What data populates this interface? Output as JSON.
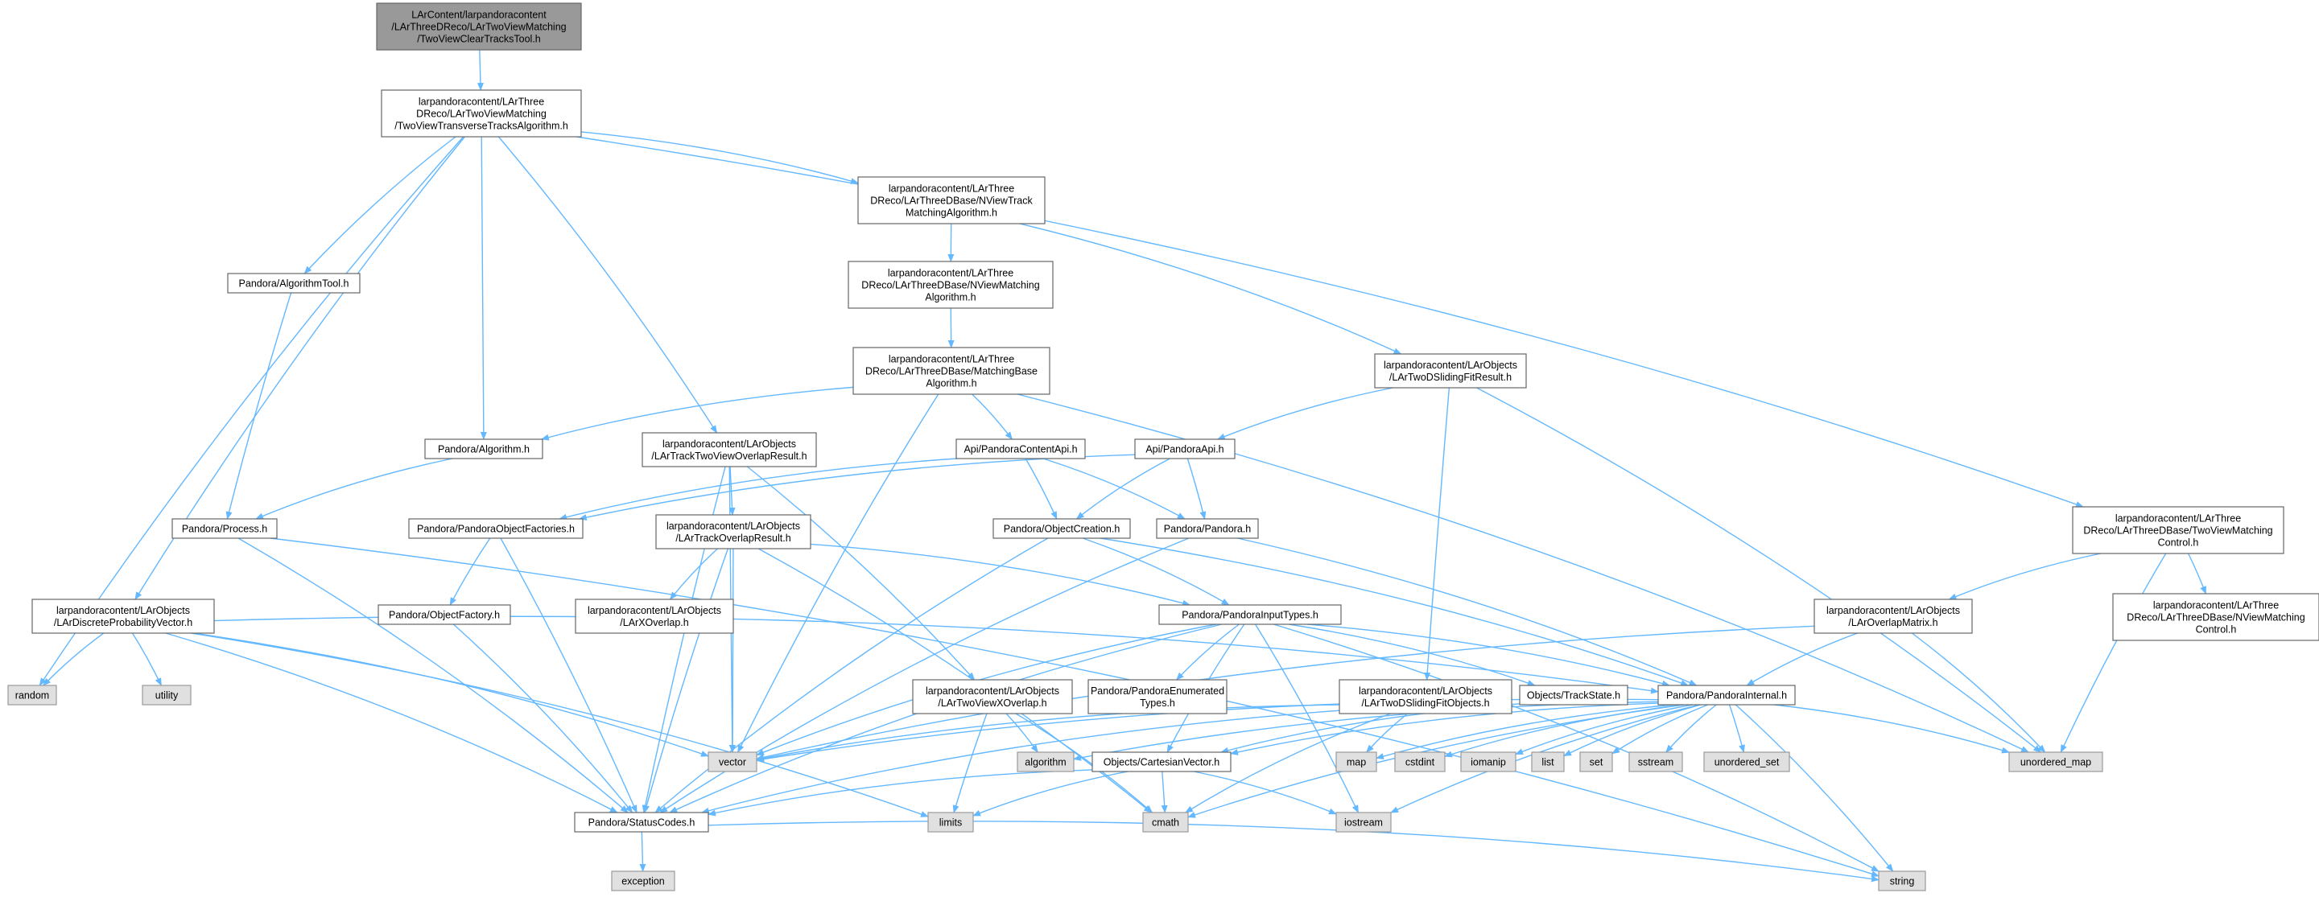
{
  "diagram": {
    "nodes": [
      {
        "id": "root",
        "kind": "root",
        "lines": [
          "LArContent/larpandoracontent",
          "/LArThreeDReco/LArTwoViewMatching",
          "/TwoViewClearTracksTool.h"
        ]
      },
      {
        "id": "transverse",
        "kind": "header",
        "lines": [
          "larpandoracontent/LArThree",
          "DReco/LArTwoViewMatching",
          "/TwoViewTransverseTracksAlgorithm.h"
        ]
      },
      {
        "id": "nviewtrack",
        "kind": "header",
        "lines": [
          "larpandoracontent/LArThree",
          "DReco/LArThreeDBase/NViewTrack",
          "MatchingAlgorithm.h"
        ]
      },
      {
        "id": "twoviewctrl",
        "kind": "header",
        "lines": [
          "larpandoracontent/LArThree",
          "DReco/LArThreeDBase/TwoViewMatching",
          "Control.h"
        ]
      },
      {
        "id": "algtool",
        "kind": "header",
        "lines": [
          "Pandora/AlgorithmTool.h"
        ]
      },
      {
        "id": "nviewmatch",
        "kind": "header",
        "lines": [
          "larpandoracontent/LArThree",
          "DReco/LArThreeDBase/NViewMatching",
          "Algorithm.h"
        ]
      },
      {
        "id": "matchbase",
        "kind": "header",
        "lines": [
          "larpandoracontent/LArThree",
          "DReco/LArThreeDBase/MatchingBase",
          "Algorithm.h"
        ]
      },
      {
        "id": "slidingres",
        "kind": "header",
        "lines": [
          "larpandoracontent/LArObjects",
          "/LArTwoDSlidingFitResult.h"
        ]
      },
      {
        "id": "algorithm",
        "kind": "header",
        "lines": [
          "Pandora/Algorithm.h"
        ]
      },
      {
        "id": "tracktwoview",
        "kind": "header",
        "lines": [
          "larpandoracontent/LArObjects",
          "/LArTrackTwoViewOverlapResult.h"
        ]
      },
      {
        "id": "contentapi",
        "kind": "header",
        "lines": [
          "Api/PandoraContentApi.h"
        ]
      },
      {
        "id": "pandoraapi",
        "kind": "header",
        "lines": [
          "Api/PandoraApi.h"
        ]
      },
      {
        "id": "process",
        "kind": "header",
        "lines": [
          "Pandora/Process.h"
        ]
      },
      {
        "id": "objfactories",
        "kind": "header",
        "lines": [
          "Pandora/PandoraObjectFactories.h"
        ]
      },
      {
        "id": "trackoverlap",
        "kind": "header",
        "lines": [
          "larpandoracontent/LArObjects",
          "/LArTrackOverlapResult.h"
        ]
      },
      {
        "id": "objcreation",
        "kind": "header",
        "lines": [
          "Pandora/ObjectCreation.h"
        ]
      },
      {
        "id": "pandora",
        "kind": "header",
        "lines": [
          "Pandora/Pandora.h"
        ]
      },
      {
        "id": "nviewctrl",
        "kind": "header",
        "lines": [
          "larpandoracontent/LArThree",
          "DReco/LArThreeDBase/NViewMatching",
          "Control.h"
        ]
      },
      {
        "id": "discrete",
        "kind": "header",
        "lines": [
          "larpandoracontent/LArObjects",
          "/LArDiscreteProbabilityVector.h"
        ]
      },
      {
        "id": "objfactory",
        "kind": "header",
        "lines": [
          "Pandora/ObjectFactory.h"
        ]
      },
      {
        "id": "larxoverlap",
        "kind": "header",
        "lines": [
          "larpandoracontent/LArObjects",
          "/LArXOverlap.h"
        ]
      },
      {
        "id": "inputtypes",
        "kind": "header",
        "lines": [
          "Pandora/PandoraInputTypes.h"
        ]
      },
      {
        "id": "overlapmatrix",
        "kind": "header",
        "lines": [
          "larpandoracontent/LArObjects",
          "/LArOverlapMatrix.h"
        ]
      },
      {
        "id": "twoviewxoverlap",
        "kind": "header",
        "lines": [
          "larpandoracontent/LArObjects",
          "/LArTwoViewXOverlap.h"
        ]
      },
      {
        "id": "enumtypes",
        "kind": "header",
        "lines": [
          "Pandora/PandoraEnumerated",
          "Types.h"
        ]
      },
      {
        "id": "slidingobjs",
        "kind": "header",
        "lines": [
          "larpandoracontent/LArObjects",
          "/LArTwoDSlidingFitObjects.h"
        ]
      },
      {
        "id": "trackstate",
        "kind": "header",
        "lines": [
          "Objects/TrackState.h"
        ]
      },
      {
        "id": "internal",
        "kind": "header",
        "lines": [
          "Pandora/PandoraInternal.h"
        ]
      },
      {
        "id": "random",
        "kind": "system",
        "lines": [
          "random"
        ]
      },
      {
        "id": "utility",
        "kind": "system",
        "lines": [
          "utility"
        ]
      },
      {
        "id": "vector",
        "kind": "system",
        "lines": [
          "vector"
        ]
      },
      {
        "id": "algorithmstd",
        "kind": "system",
        "lines": [
          "algorithm"
        ]
      },
      {
        "id": "cartesian",
        "kind": "header",
        "lines": [
          "Objects/CartesianVector.h"
        ]
      },
      {
        "id": "map",
        "kind": "system",
        "lines": [
          "map"
        ]
      },
      {
        "id": "cstdint",
        "kind": "system",
        "lines": [
          "cstdint"
        ]
      },
      {
        "id": "iomanip",
        "kind": "system",
        "lines": [
          "iomanip"
        ]
      },
      {
        "id": "list",
        "kind": "system",
        "lines": [
          "list"
        ]
      },
      {
        "id": "set",
        "kind": "system",
        "lines": [
          "set"
        ]
      },
      {
        "id": "sstream",
        "kind": "system",
        "lines": [
          "sstream"
        ]
      },
      {
        "id": "unordset",
        "kind": "system",
        "lines": [
          "unordered_set"
        ]
      },
      {
        "id": "unordmap",
        "kind": "system",
        "lines": [
          "unordered_map"
        ]
      },
      {
        "id": "statuscodes",
        "kind": "header",
        "lines": [
          "Pandora/StatusCodes.h"
        ]
      },
      {
        "id": "limits",
        "kind": "system",
        "lines": [
          "limits"
        ]
      },
      {
        "id": "cmath",
        "kind": "system",
        "lines": [
          "cmath"
        ]
      },
      {
        "id": "iostream",
        "kind": "system",
        "lines": [
          "iostream"
        ]
      },
      {
        "id": "string",
        "kind": "system",
        "lines": [
          "string"
        ]
      },
      {
        "id": "exception",
        "kind": "system",
        "lines": [
          "exception"
        ]
      }
    ],
    "edges": [
      [
        "root",
        "transverse"
      ],
      [
        "transverse",
        "nviewtrack"
      ],
      [
        "transverse",
        "twoviewctrl"
      ],
      [
        "transverse",
        "algtool"
      ],
      [
        "transverse",
        "algorithm"
      ],
      [
        "transverse",
        "tracktwoview"
      ],
      [
        "transverse",
        "discrete"
      ],
      [
        "transverse",
        "random"
      ],
      [
        "nviewtrack",
        "nviewmatch"
      ],
      [
        "nviewtrack",
        "slidingres"
      ],
      [
        "nviewmatch",
        "matchbase"
      ],
      [
        "matchbase",
        "algorithm"
      ],
      [
        "matchbase",
        "contentapi"
      ],
      [
        "matchbase",
        "vector"
      ],
      [
        "matchbase",
        "unordmap"
      ],
      [
        "algtool",
        "process"
      ],
      [
        "algorithm",
        "process"
      ],
      [
        "process",
        "statuscodes"
      ],
      [
        "process",
        "string"
      ],
      [
        "contentapi",
        "objfactories"
      ],
      [
        "contentapi",
        "objcreation"
      ],
      [
        "contentapi",
        "pandora"
      ],
      [
        "pandoraapi",
        "objfactories"
      ],
      [
        "pandoraapi",
        "objcreation"
      ],
      [
        "pandoraapi",
        "pandora"
      ],
      [
        "slidingres",
        "pandoraapi"
      ],
      [
        "slidingres",
        "slidingobjs"
      ],
      [
        "slidingres",
        "unordmap"
      ],
      [
        "tracktwoview",
        "trackoverlap"
      ],
      [
        "tracktwoview",
        "twoviewxoverlap"
      ],
      [
        "tracktwoview",
        "statuscodes"
      ],
      [
        "tracktwoview",
        "vector"
      ],
      [
        "trackoverlap",
        "larxoverlap"
      ],
      [
        "trackoverlap",
        "inputtypes"
      ],
      [
        "trackoverlap",
        "statuscodes"
      ],
      [
        "trackoverlap",
        "vector"
      ],
      [
        "trackoverlap",
        "cmath"
      ],
      [
        "objfactories",
        "objfactory"
      ],
      [
        "objfactories",
        "statuscodes"
      ],
      [
        "objfactory",
        "statuscodes"
      ],
      [
        "objcreation",
        "inputtypes"
      ],
      [
        "objcreation",
        "internal"
      ],
      [
        "objcreation",
        "statuscodes"
      ],
      [
        "pandora",
        "internal"
      ],
      [
        "pandora",
        "statuscodes"
      ],
      [
        "twoviewctrl",
        "overlapmatrix"
      ],
      [
        "twoviewctrl",
        "nviewctrl"
      ],
      [
        "twoviewctrl",
        "unordmap"
      ],
      [
        "overlapmatrix",
        "internal"
      ],
      [
        "overlapmatrix",
        "vector"
      ],
      [
        "overlapmatrix",
        "unordmap"
      ],
      [
        "inputtypes",
        "enumtypes"
      ],
      [
        "inputtypes",
        "trackstate"
      ],
      [
        "inputtypes",
        "cartesian"
      ],
      [
        "inputtypes",
        "statuscodes"
      ],
      [
        "inputtypes",
        "vector"
      ],
      [
        "inputtypes",
        "internal"
      ],
      [
        "inputtypes",
        "string"
      ],
      [
        "inputtypes",
        "iostream"
      ],
      [
        "trackstate",
        "cartesian"
      ],
      [
        "discrete",
        "random"
      ],
      [
        "discrete",
        "utility"
      ],
      [
        "discrete",
        "vector"
      ],
      [
        "discrete",
        "internal"
      ],
      [
        "discrete",
        "statuscodes"
      ],
      [
        "discrete",
        "limits"
      ],
      [
        "slidingobjs",
        "vector"
      ],
      [
        "slidingobjs",
        "cmath"
      ],
      [
        "slidingobjs",
        "map"
      ],
      [
        "slidingobjs",
        "statuscodes"
      ],
      [
        "twoviewxoverlap",
        "algorithmstd"
      ],
      [
        "twoviewxoverlap",
        "limits"
      ],
      [
        "twoviewxoverlap",
        "cmath"
      ],
      [
        "internal",
        "vector"
      ],
      [
        "internal",
        "algorithmstd"
      ],
      [
        "internal",
        "map"
      ],
      [
        "internal",
        "cstdint"
      ],
      [
        "internal",
        "iomanip"
      ],
      [
        "internal",
        "list"
      ],
      [
        "internal",
        "set"
      ],
      [
        "internal",
        "sstream"
      ],
      [
        "internal",
        "unordset"
      ],
      [
        "internal",
        "unordmap"
      ],
      [
        "internal",
        "cartesian"
      ],
      [
        "internal",
        "string"
      ],
      [
        "internal",
        "iostream"
      ],
      [
        "internal",
        "cmath"
      ],
      [
        "cartesian",
        "statuscodes"
      ],
      [
        "cartesian",
        "cmath"
      ],
      [
        "cartesian",
        "iostream"
      ],
      [
        "cartesian",
        "limits"
      ],
      [
        "statuscodes",
        "exception"
      ],
      [
        "statuscodes",
        "string"
      ]
    ]
  }
}
